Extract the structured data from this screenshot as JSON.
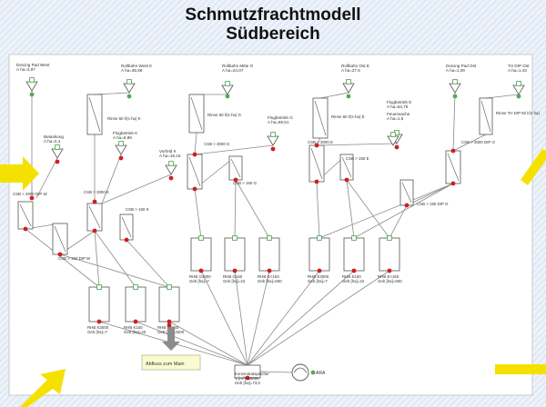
{
  "title": {
    "line1": "Schmutzfrachtmodell",
    "line2": "Südbereich"
  },
  "colors": {
    "highlight_arrow": "#f5e100",
    "callout_fill": "#fbfbd2",
    "node_red": "#d01f1f",
    "node_green": "#55a85a"
  },
  "catchments": [
    {
      "name": "Deicing Pad West",
      "area": "A ha=3,97"
    },
    {
      "name": "Rollbahn West K",
      "area": "A ha=35,88"
    },
    {
      "name": "Rollbahn Mitte G",
      "area": "A ha=24,07"
    },
    {
      "name": "Rollbahn Ost E",
      "area": "A ha=27,6"
    },
    {
      "name": "Deicing Pad Ost",
      "area": "A ha=1,09"
    },
    {
      "name": "TH DIP Ost",
      "area": "A ha=1,43"
    },
    {
      "name": "Betankung",
      "area": "A ha=0,4"
    },
    {
      "name": "Flugbetrieb K",
      "area": "A ha=6,88"
    },
    {
      "name": "Vorfeld K",
      "area": "A ha=19,15"
    },
    {
      "name": "Flugbetrieb G",
      "area": "A ha=69,51"
    },
    {
      "name": "Flugbetrieb E",
      "area": "A ha=54,78"
    },
    {
      "name": "Feuerwache",
      "area": "A ha=1,5"
    }
  ],
  "channels": [
    {
      "label": "Rinne 50 l/(s·ha) K"
    },
    {
      "label": "Rinne 50 l/(s·ha) G"
    },
    {
      "label": "Rinne 50 l/(s·ha) E"
    },
    {
      "label": "Rinne TH DIP 50 l/(s·ha)"
    }
  ],
  "splitters": [
    {
      "label": "CSB > 3000 DIP W"
    },
    {
      "label": "CSB > 3000 K"
    },
    {
      "label": "CSB > 150 K"
    },
    {
      "label": "CSB > 150 DIP W"
    },
    {
      "label": "CSB > 3000 G"
    },
    {
      "label": "CSB > 150 G"
    },
    {
      "label": "CSB > 3000 E"
    },
    {
      "label": "CSB > 150 E"
    },
    {
      "label": "CSB > 3000 DIP O"
    },
    {
      "label": "CSB > 150 DIP O"
    }
  ],
  "tanks": [
    {
      "label": "RHB K3000",
      "sub": "Geb [ha]=7"
    },
    {
      "label": "RHB K150",
      "sub": "Geb [ha]=20"
    },
    {
      "label": "RHB K<150",
      "sub": "Geb [ha]=2000"
    },
    {
      "label": "RHB G3000",
      "sub": "Geb [ha]=7"
    },
    {
      "label": "RHB G150",
      "sub": "Geb [ha]=22"
    },
    {
      "label": "RHB G<150",
      "sub": "Geb [ha]=600"
    },
    {
      "label": "RHB E3000",
      "sub": "Geb [ha]=7"
    },
    {
      "label": "RHB E150",
      "sub": "Geb [ha]=22"
    },
    {
      "label": "RHB E<150",
      "sub": "Geb [ha]=600"
    }
  ],
  "collector": {
    "label": "Konzentratspeicher",
    "line2": "V [m³]=60000",
    "line3": "Geb [ha]=73,0"
  },
  "outlet": {
    "label": "ARA"
  },
  "callout": {
    "text": "Abfluss zum Main"
  }
}
